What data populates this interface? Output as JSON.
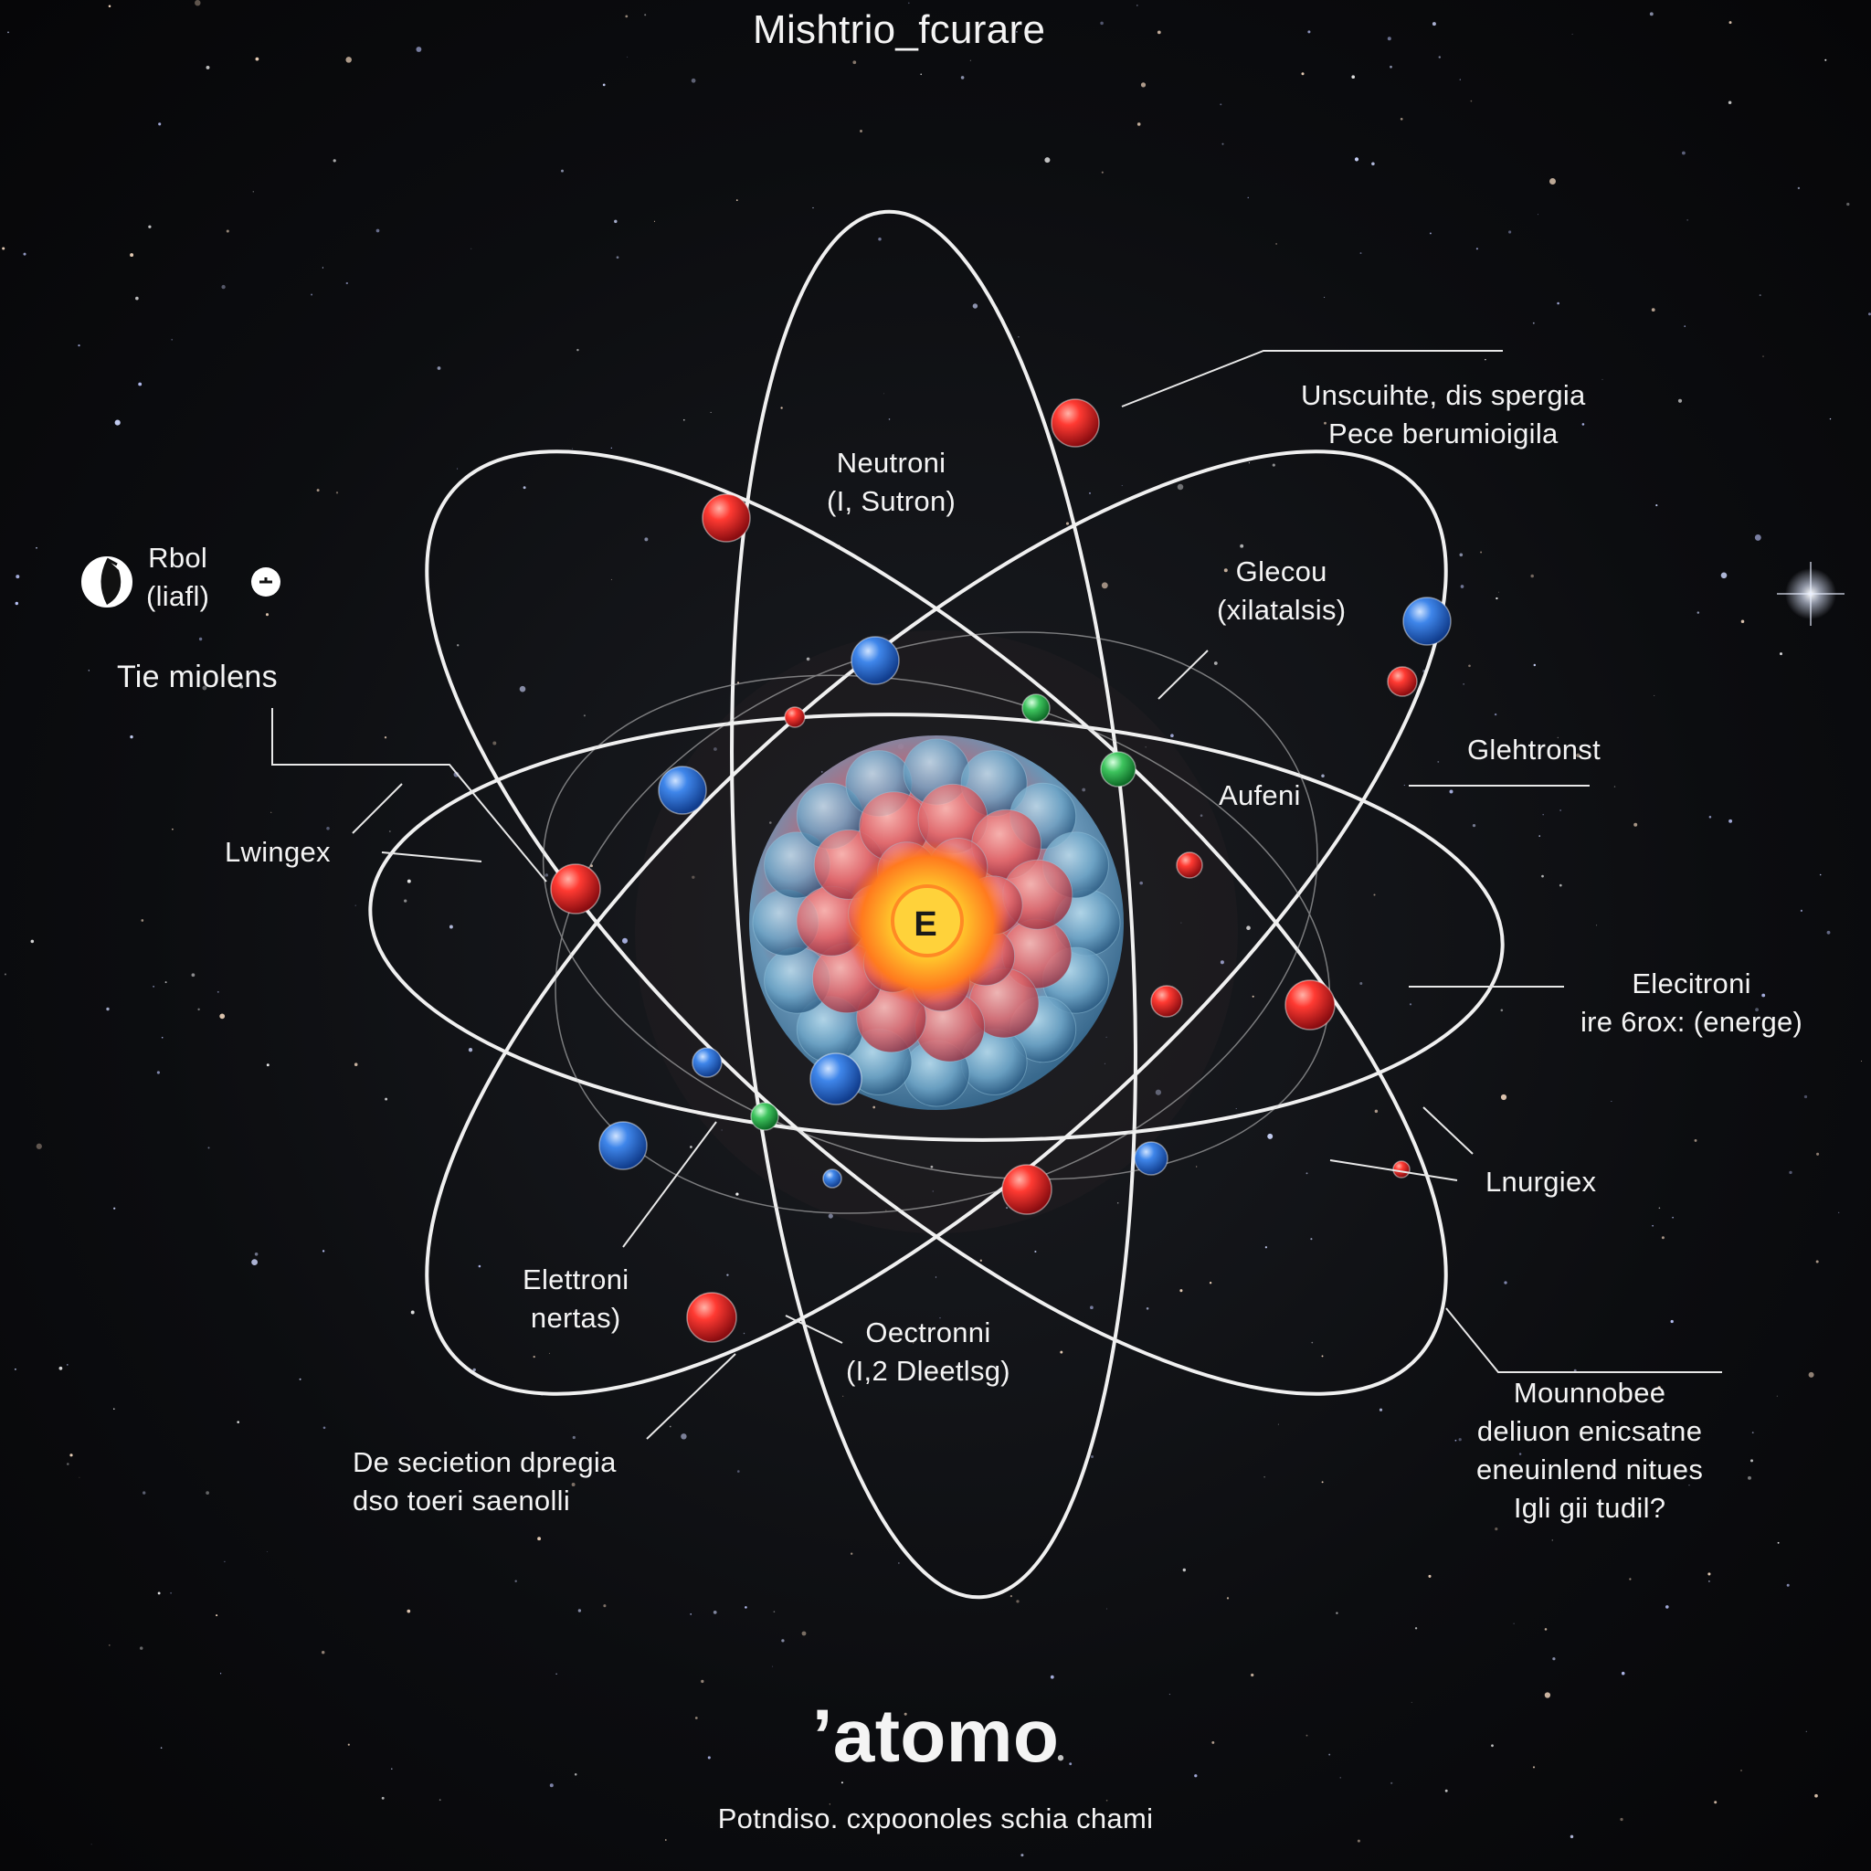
{
  "title_top": "Mishtrio_fcurare",
  "main_title": "’atomo",
  "subtitle": "Potndiso. cxpoonoles schia chami",
  "nucleus_symbol": "E",
  "legend": {
    "symbol_text": "Rbol",
    "symbol_sub": "(liafl)",
    "heading": "Tie miolens"
  },
  "labels": {
    "neutroni": [
      "Neutroni",
      "(I, Sutron)"
    ],
    "top_right": [
      "Unscuihte, dis spergia",
      "Pece berumioigila"
    ],
    "glecou": [
      "Glecou",
      "(xilatalsis)"
    ],
    "glehtronst": [
      "Glehtronst"
    ],
    "aufeni": [
      "Aufeni"
    ],
    "lwingex": [
      "Lwingex"
    ],
    "elettroni_right": [
      "Elecitroni",
      "ire 6rox: (energe)"
    ],
    "lnurgiex": [
      "Lnurgiex"
    ],
    "elettroni_left": [
      "Elettroni",
      "nertas)"
    ],
    "oectronni": [
      "Oectronni",
      "(I,2 Dleetlsg)"
    ],
    "bottom_left": [
      "De secietion dpregia",
      "dso toeri saenolli"
    ],
    "bottom_right": [
      "Mounnobee",
      "deliuon enicsatne",
      "eneuinlend nitues",
      "Igli gii tudil?"
    ]
  },
  "colors": {
    "proton": "#e0262b",
    "electron": "#2f6fd3",
    "neutral": "#2fb04e",
    "orbit": "#f2f2f2",
    "nucleus_shell": "#6fa6c8",
    "nucleus_core": "#ffb52a"
  }
}
